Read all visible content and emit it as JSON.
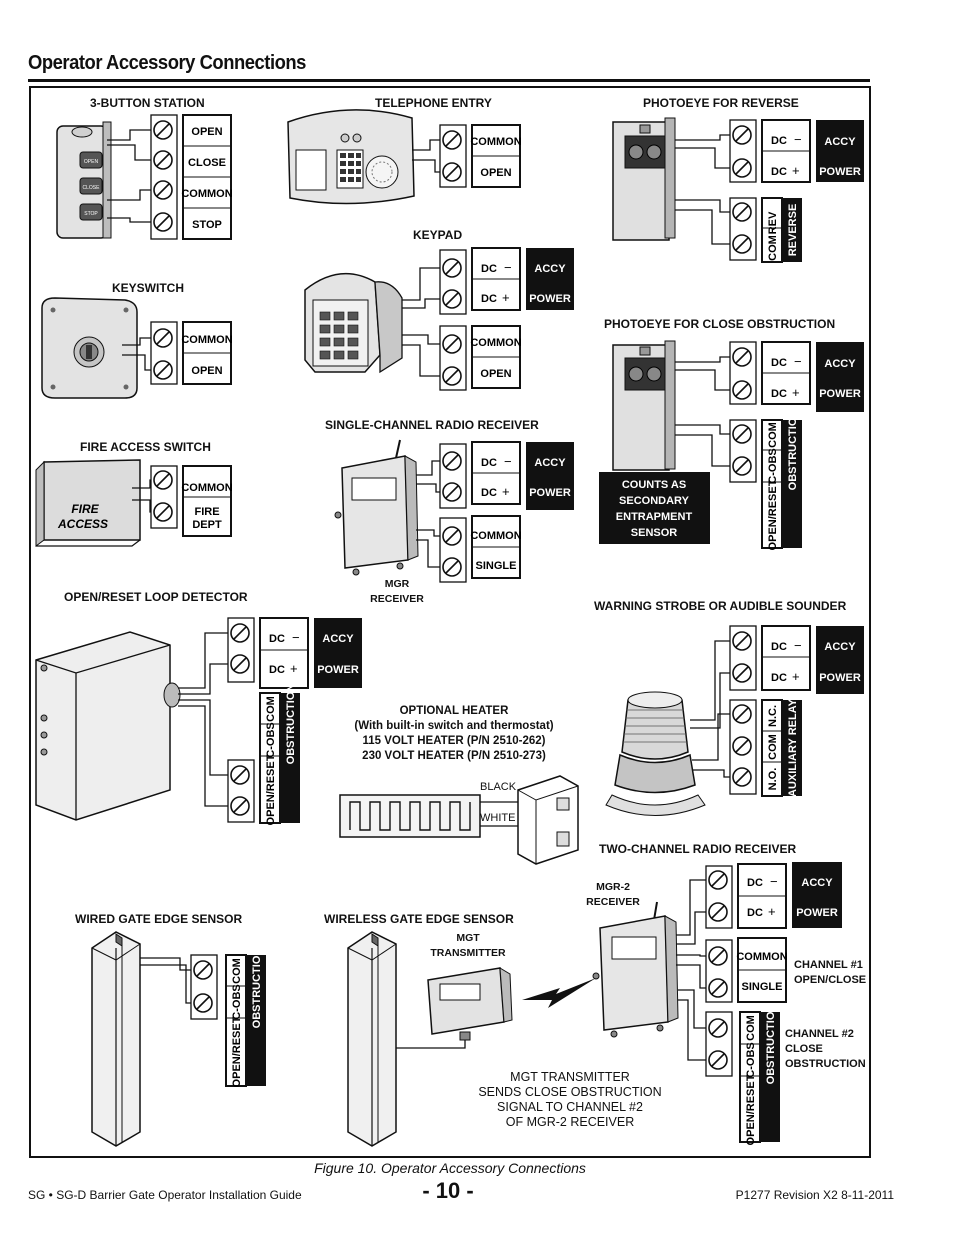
{
  "page": {
    "title": "Operator Accessory Connections",
    "caption": "Figure 10. Operator Accessory Connections",
    "footer_left": "SG • SG-D Barrier Gate Operator Installation Guide",
    "page_number": "- 10 -",
    "footer_right": "P1277 Revision X2 8-11-2011"
  },
  "sections": {
    "three_button": "3-BUTTON STATION",
    "telephone": "TELEPHONE ENTRY",
    "photoeye_reverse": "PHOTOEYE FOR REVERSE",
    "keypad": "KEYPAD",
    "keyswitch": "KEYSWITCH",
    "photoeye_close": "PHOTOEYE FOR CLOSE OBSTRUCTION",
    "single_radio": "SINGLE-CHANNEL RADIO RECEIVER",
    "fire_switch": "FIRE ACCESS SWITCH",
    "loop_detector": "OPEN/RESET LOOP DETECTOR",
    "warning_strobe": "WARNING STROBE OR AUDIBLE SOUNDER",
    "two_radio": "TWO-CHANNEL RADIO RECEIVER",
    "wired_edge": "WIRED GATE EDGE SENSOR",
    "wireless_edge": "WIRELESS GATE EDGE SENSOR"
  },
  "terminals": {
    "open": "OPEN",
    "close": "CLOSE",
    "common": "COMMON",
    "stop": "STOP",
    "dc_minus": "DC",
    "dc_plus": "DC",
    "accy": "ACCY",
    "power": "POWER",
    "single": "SINGLE",
    "fire": "FIRE",
    "dept": "DEPT",
    "rev": "REV",
    "com": "COM",
    "reverse": "REVERSE",
    "c_obs": "C-OBS",
    "open_reset": "OPEN/RESET",
    "obstruction": "OBSTRUCTION",
    "nc": "N.C.",
    "no": "N.O.",
    "aux_relay": "AUXILIARY RELAY"
  },
  "device_labels": {
    "btn_open": "OPEN",
    "btn_close": "CLOSE",
    "btn_stop": "STOP",
    "fire_line1": "FIRE",
    "fire_line2": "ACCESS",
    "mgr_line1": "MGR",
    "mgr_line2": "RECEIVER",
    "mgr2_line1": "MGR-2",
    "mgr2_line2": "RECEIVER",
    "mgt_line1": "MGT",
    "mgt_line2": "TRANSMITTER",
    "black": "BLACK",
    "white": "WHITE"
  },
  "notes": {
    "counts_as": [
      "COUNTS AS",
      "SECONDARY",
      "ENTRAPMENT",
      "SENSOR"
    ],
    "heater": [
      "OPTIONAL HEATER",
      "(With built-in switch and thermostat)",
      "115 VOLT HEATER (P/N 2510-262)",
      "230 VOLT HEATER (P/N 2510-273)"
    ],
    "channel1": [
      "CHANNEL #1",
      "OPEN/CLOSE"
    ],
    "channel2": [
      "CHANNEL #2",
      "CLOSE",
      "OBSTRUCTION"
    ],
    "mgt_note": [
      "MGT TRANSMITTER",
      "SENDS CLOSE OBSTRUCTION",
      "SIGNAL TO CHANNEL #2",
      "OF MGR-2 RECEIVER"
    ]
  }
}
